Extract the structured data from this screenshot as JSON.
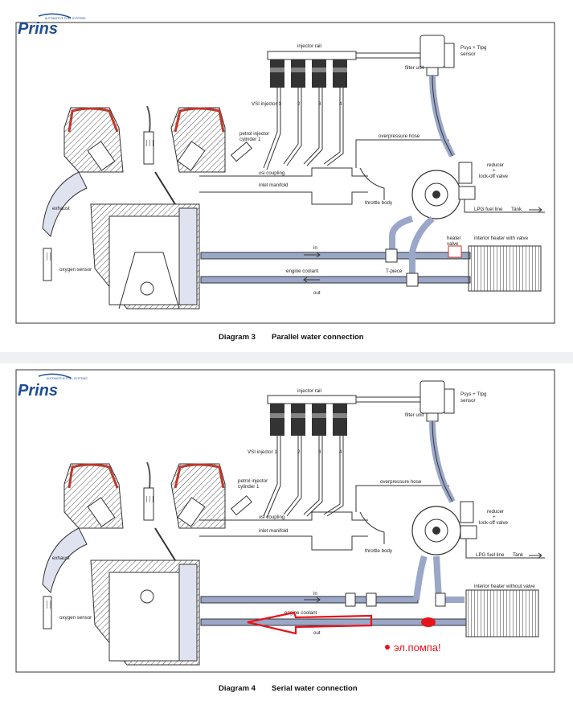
{
  "diagram3": {
    "logo": {
      "name": "Prins",
      "tagline": "AUTOMOTIVE FUEL SYSTEMS"
    },
    "caption_num": "Diagram 3",
    "caption_text": "Parallel water connection",
    "labels": {
      "injector_rail": "injector rail",
      "psys": "Psys + Tlpg",
      "sensor": "sensor",
      "filter_unit": "filter unit",
      "vsi_injector": "VSI injector 1",
      "n2": "2",
      "n3": "3",
      "n4": "4",
      "petrol_injector": "petrol injector",
      "cylinder1": "cylinder 1",
      "overpressure_hose": "overpressure hose",
      "vsi_coupling": "vsi coupling",
      "inlet_manifold": "inlet manifold",
      "throttle_body": "throttle body",
      "reducer": "reducer",
      "plus": "+",
      "lockoff": "lock-off valve",
      "exhaust": "exhaust",
      "lpg_fuel_line": "LPG fuel line",
      "tank": "Tank",
      "oxygen_sensor": "oxygen sensor",
      "heater": "heater",
      "valve": "valve",
      "interior_heater": "interior heater with valve",
      "in": "in",
      "engine_coolant": "engine coolant",
      "tpiece": "T-piece",
      "out": "out"
    }
  },
  "diagram4": {
    "logo": {
      "name": "Prins",
      "tagline": "AUTOMOTIVE FUEL SYSTEMS"
    },
    "caption_num": "Diagram 4",
    "caption_text": "Serial water connection",
    "labels": {
      "injector_rail": "injector rail",
      "psys": "Psys + Tlpg",
      "sensor": "sensor",
      "filter_unit": "filter unit",
      "vsi_injector": "VSI injector 1",
      "n2": "2",
      "n3": "3",
      "n4": "4",
      "petrol_injector": "petrol injector",
      "cylinder1": "cylinder 1",
      "overpressure_hose": "overpressure hose",
      "vsi_coupling": "vsi coupling",
      "inlet_manifold": "inlet manifold",
      "throttle_body": "throttle body",
      "reducer": "reducer",
      "plus": "+",
      "lockoff": "lock-off valve",
      "exhaust": "exhaust",
      "lpg_fuel_line": "LPG fuel line",
      "tank": "Tank",
      "oxygen_sensor": "oxygen sensor",
      "interior_heater": "interior heater without valve",
      "in": "in",
      "engine_coolant": "engine coolant",
      "out": "out"
    },
    "annotation": {
      "text": "эл.помпа!",
      "color": "#e8141b"
    }
  },
  "colors": {
    "accent_red": "#e8141b",
    "hose": "#9aa7c8",
    "head_red": "#c0392b",
    "logo_blue": "#1f4e96"
  }
}
